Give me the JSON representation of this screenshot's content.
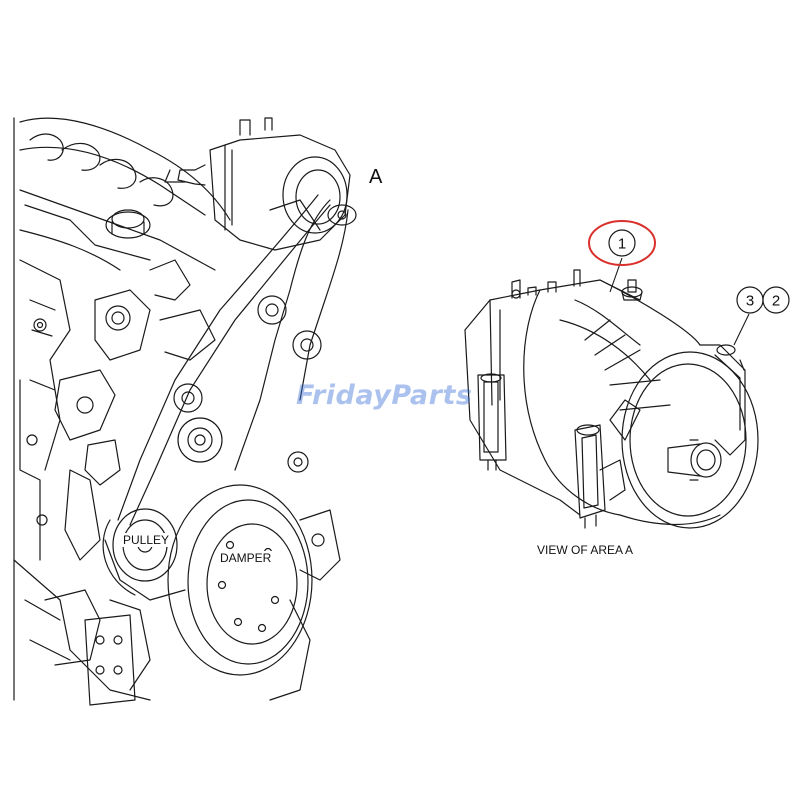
{
  "labels": {
    "view_marker": "A",
    "pulley": "PULLEY",
    "damper": "DAMPER",
    "view_caption": "VIEW OF AREA  A"
  },
  "callouts": [
    {
      "number": "1",
      "highlighted": true
    },
    {
      "number": "3",
      "highlighted": false
    },
    {
      "number": "2",
      "highlighted": false
    }
  ],
  "watermark": "FridayParts",
  "colors": {
    "line": "#1a1a1a",
    "highlight_ring": "#d9302b",
    "watermark": "#3a6fd8"
  }
}
